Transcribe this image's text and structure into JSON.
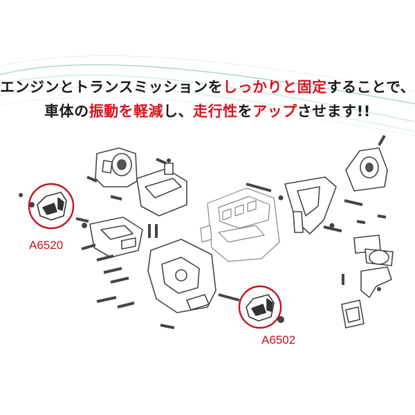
{
  "headline": {
    "line1": {
      "part1": "エンジンとトランスミッションを",
      "part2": "しっかりと固定",
      "part3": "することで、"
    },
    "line2": {
      "part1": "車体の",
      "part2": "振動を軽減",
      "part3": "し、",
      "part4": "走行性",
      "part5": "を",
      "part6": "アップ",
      "part7": "させます!!"
    }
  },
  "callouts": {
    "part_a": "A6520",
    "part_b": "A6502"
  },
  "colors": {
    "accent": "#d8121f",
    "text": "#1a1a1a",
    "swoosh": "#7fc1a0"
  }
}
